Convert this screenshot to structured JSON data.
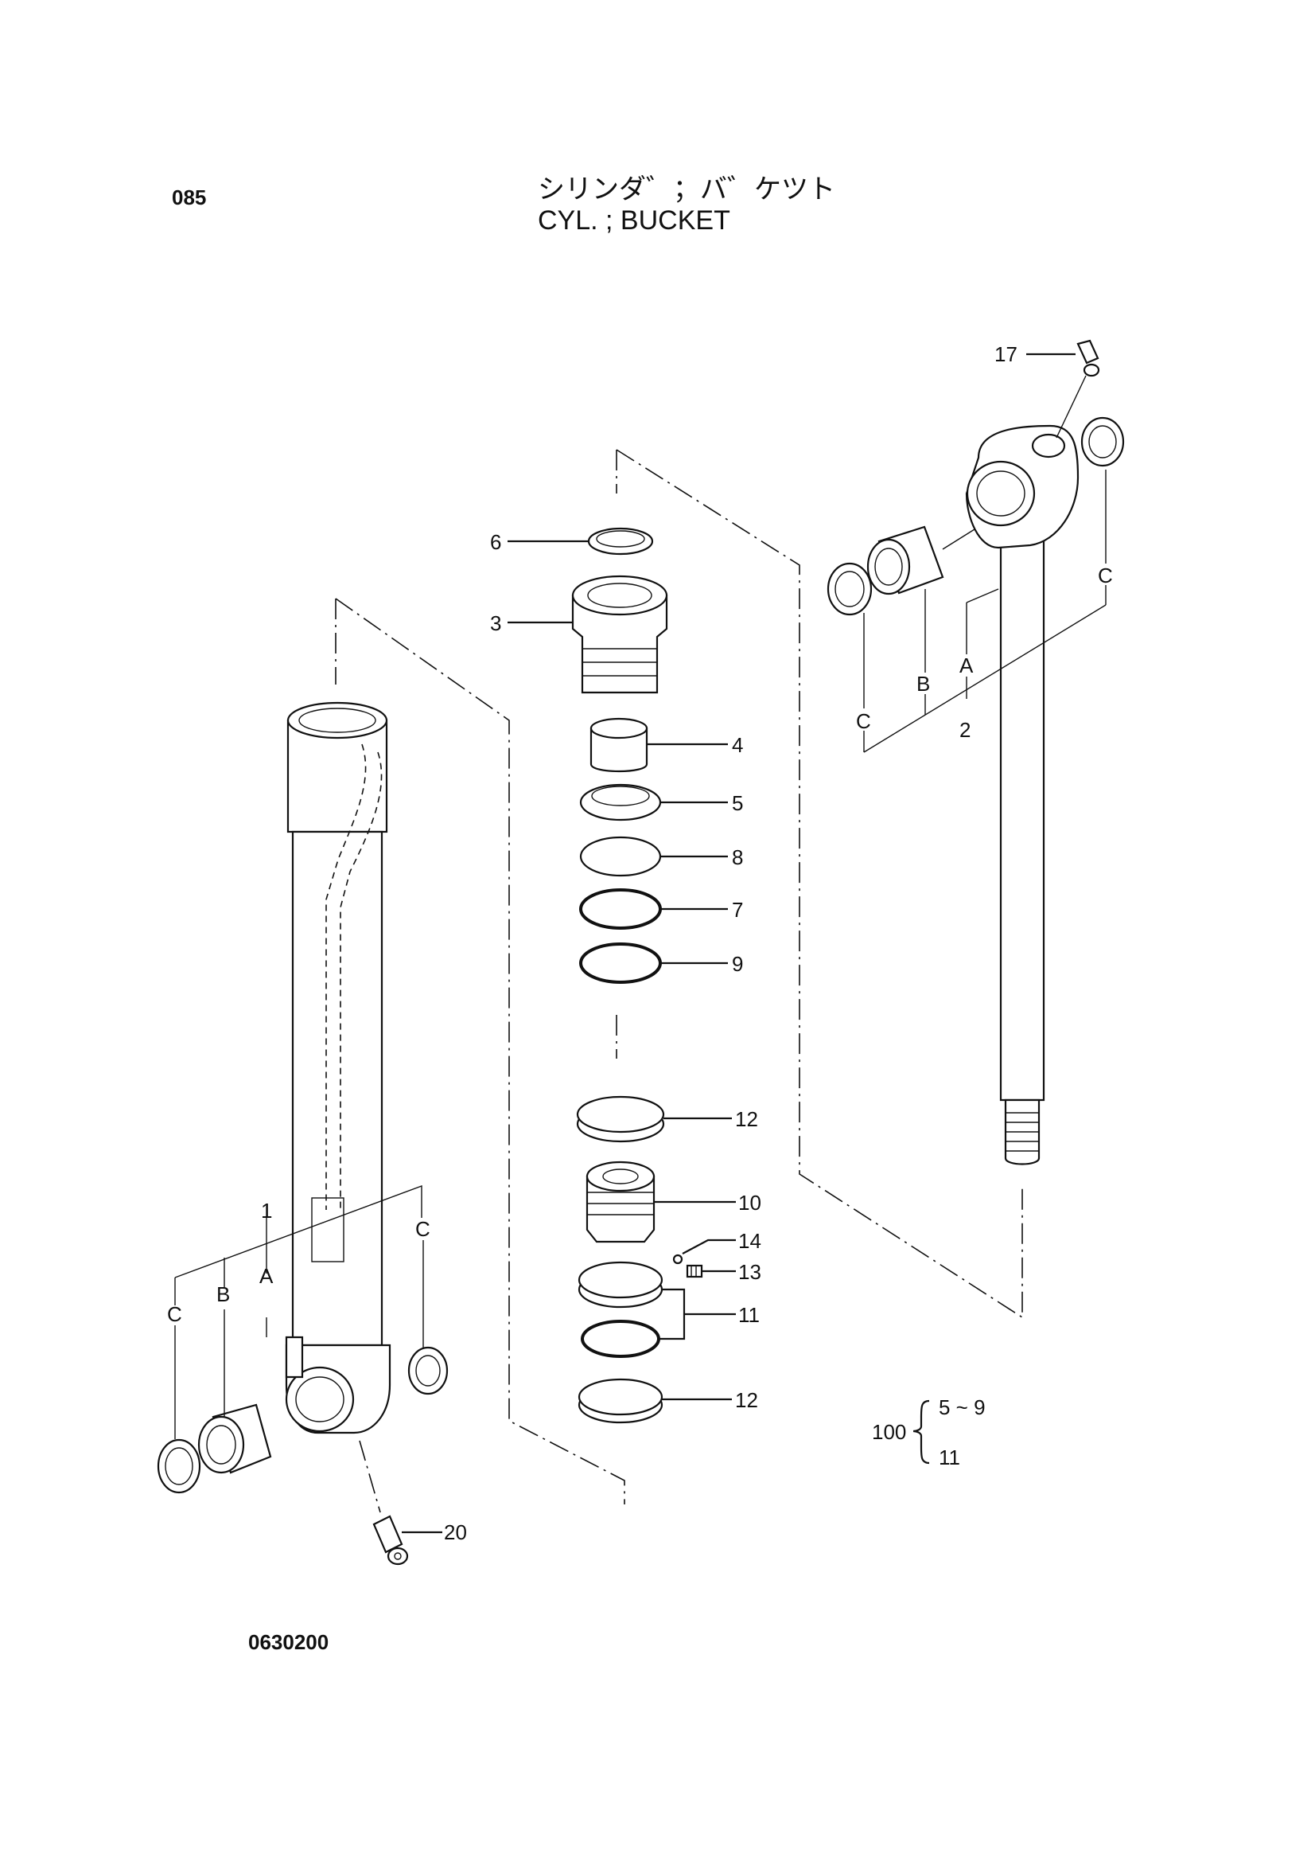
{
  "header": {
    "page_number": "085",
    "title_jp": "シリンダ゛；バ゛ケツト",
    "title_en": "CYL. ; BUCKET"
  },
  "footer": {
    "drawing_code": "0630200"
  },
  "callouts": {
    "p1": "1",
    "p2": "2",
    "p3": "3",
    "p4": "4",
    "p5": "5",
    "p6": "6",
    "p7": "7",
    "p8": "8",
    "p9": "9",
    "p10": "10",
    "p11": "11",
    "p12a": "12",
    "p12b": "12",
    "p13": "13",
    "p14": "14",
    "p17": "17",
    "p20": "20"
  },
  "reference_letters": {
    "left_a": "A",
    "left_b": "B",
    "left_c1": "C",
    "left_c2": "C",
    "right_a": "A",
    "right_b": "B",
    "right_c1": "C",
    "right_c2": "C"
  },
  "kit_note": {
    "kit_number": "100",
    "range": "5 ~ 9",
    "extra": "11"
  }
}
